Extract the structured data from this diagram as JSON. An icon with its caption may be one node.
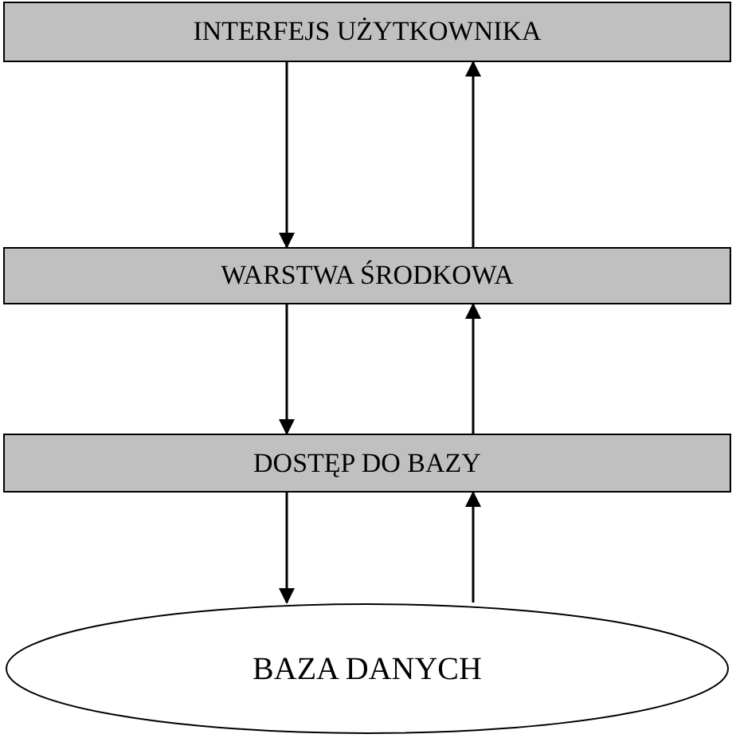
{
  "diagram": {
    "nodes": [
      {
        "text": [
          "INTERFEJS UŻYTKOWNIKA"
        ]
      },
      {
        "text": [
          "WARSTWA ŚRODKOWA"
        ]
      },
      {
        "text": [
          "DOSTĘP DO BAZY"
        ]
      },
      {
        "text": [
          "BAZA DANYCH"
        ]
      }
    ],
    "edges": [
      {
        "from": 0,
        "to": 1,
        "arrow": "to"
      },
      {
        "from": 1,
        "to": 0,
        "arrow": "to"
      },
      {
        "from": 1,
        "to": 2,
        "arrow": "to"
      },
      {
        "from": 2,
        "to": 1,
        "arrow": "to"
      },
      {
        "from": 2,
        "to": 3,
        "arrow": "to"
      },
      {
        "from": 3,
        "to": 2,
        "arrow": "to"
      }
    ]
  }
}
